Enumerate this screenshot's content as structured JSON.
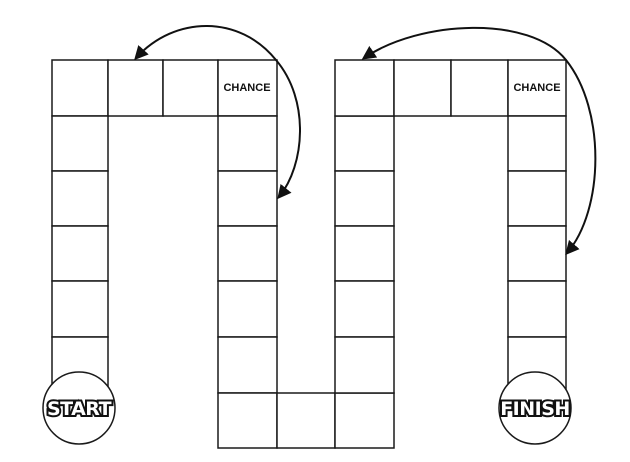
{
  "board": {
    "start_label": "START",
    "finish_label": "FINISH",
    "chance_left": "CHANCE",
    "chance_right": "CHANCE"
  },
  "colors": {
    "line": "#1a1a1a",
    "background": "#ffffff"
  },
  "arrows": [
    {
      "name": "chance-left-back-arrow",
      "from": "chance_left",
      "to": "top-second-cell"
    },
    {
      "name": "chance-left-forward-arrow",
      "from": "chance_left",
      "to": "left-ladder-third-cell"
    },
    {
      "name": "chance-right-back-arrow",
      "from": "chance_right",
      "to": "right-top-first-cell"
    },
    {
      "name": "chance-right-forward-arrow",
      "from": "chance_right",
      "to": "finish-column-fourth-cell"
    }
  ]
}
